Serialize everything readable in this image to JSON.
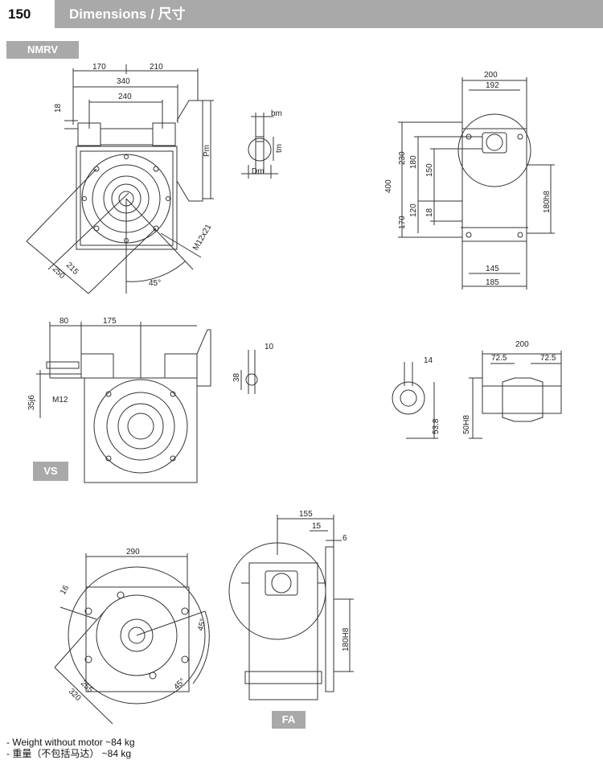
{
  "header": {
    "page_number": "150",
    "title": "Dimensions / 尺寸"
  },
  "labels": {
    "nmrv": "NMRV",
    "vs": "VS",
    "fa": "FA"
  },
  "dims": {
    "nmrv": {
      "d170": "170",
      "d210": "210",
      "d340": "340",
      "d240": "240",
      "d18": "18",
      "pm": "Pm",
      "m12x21": "M12x21",
      "d215": "215",
      "d250": "250",
      "a45": "45°"
    },
    "key": {
      "bm": "bm",
      "tm": "tm",
      "dm": "Dm"
    },
    "side": {
      "d200": "200",
      "d192": "192",
      "d400": "400",
      "d230": "230",
      "d170": "170",
      "d180": "180",
      "d150": "150",
      "d120": "120",
      "d18": "18",
      "d180h8": "180h8",
      "d145": "145",
      "d185": "185"
    },
    "vs": {
      "d80": "80",
      "d175": "175",
      "d35j6": "35j6",
      "m12": "M12",
      "d10": "10",
      "d38": "38"
    },
    "shaft": {
      "d14": "14",
      "d538": "53.8",
      "d50h8": "50H8",
      "d200": "200",
      "d725a": "72.5",
      "d725b": "72.5"
    },
    "flange": {
      "d290": "290",
      "d16": "16",
      "d255": "255",
      "d320": "320",
      "a45a": "45°",
      "a45b": "45°"
    },
    "fa": {
      "d155": "155",
      "d15": "15",
      "d6": "6",
      "d180h8": "180H8"
    }
  },
  "footer": {
    "line1": "- Weight without motor ~84 kg",
    "line2": "- 重量（不包括马达）  ~84 kg"
  }
}
